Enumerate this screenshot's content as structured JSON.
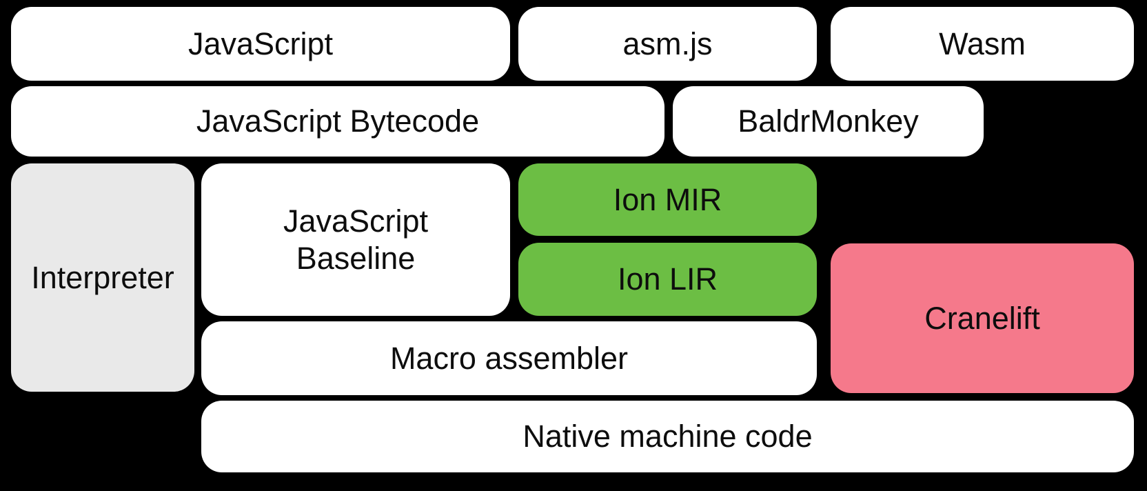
{
  "diagram": {
    "title": "JavaScript and WebAssembly compilation pipeline",
    "background_color": "#000000",
    "text_color": "#0d0d0d",
    "colors": {
      "default_box": "#ffffff",
      "interpreter_box": "#e9e9e9",
      "ion_box": "#6cbe44",
      "cranelift_box": "#f5798b"
    },
    "boxes": {
      "javascript": {
        "label": "JavaScript"
      },
      "asmjs": {
        "label": "asm.js"
      },
      "wasm": {
        "label": "Wasm"
      },
      "javascript_bytecode": {
        "label": "JavaScript Bytecode"
      },
      "baldrmonkey": {
        "label": "BaldrMonkey"
      },
      "interpreter": {
        "label": "Interpreter"
      },
      "javascript_baseline": {
        "label": "JavaScript\nBaseline"
      },
      "ion_mir": {
        "label": "Ion MIR"
      },
      "ion_lir": {
        "label": "Ion LIR"
      },
      "cranelift": {
        "label": "Cranelift"
      },
      "macro_assembler": {
        "label": "Macro assembler"
      },
      "native_machine_code": {
        "label": "Native machine code"
      }
    }
  }
}
